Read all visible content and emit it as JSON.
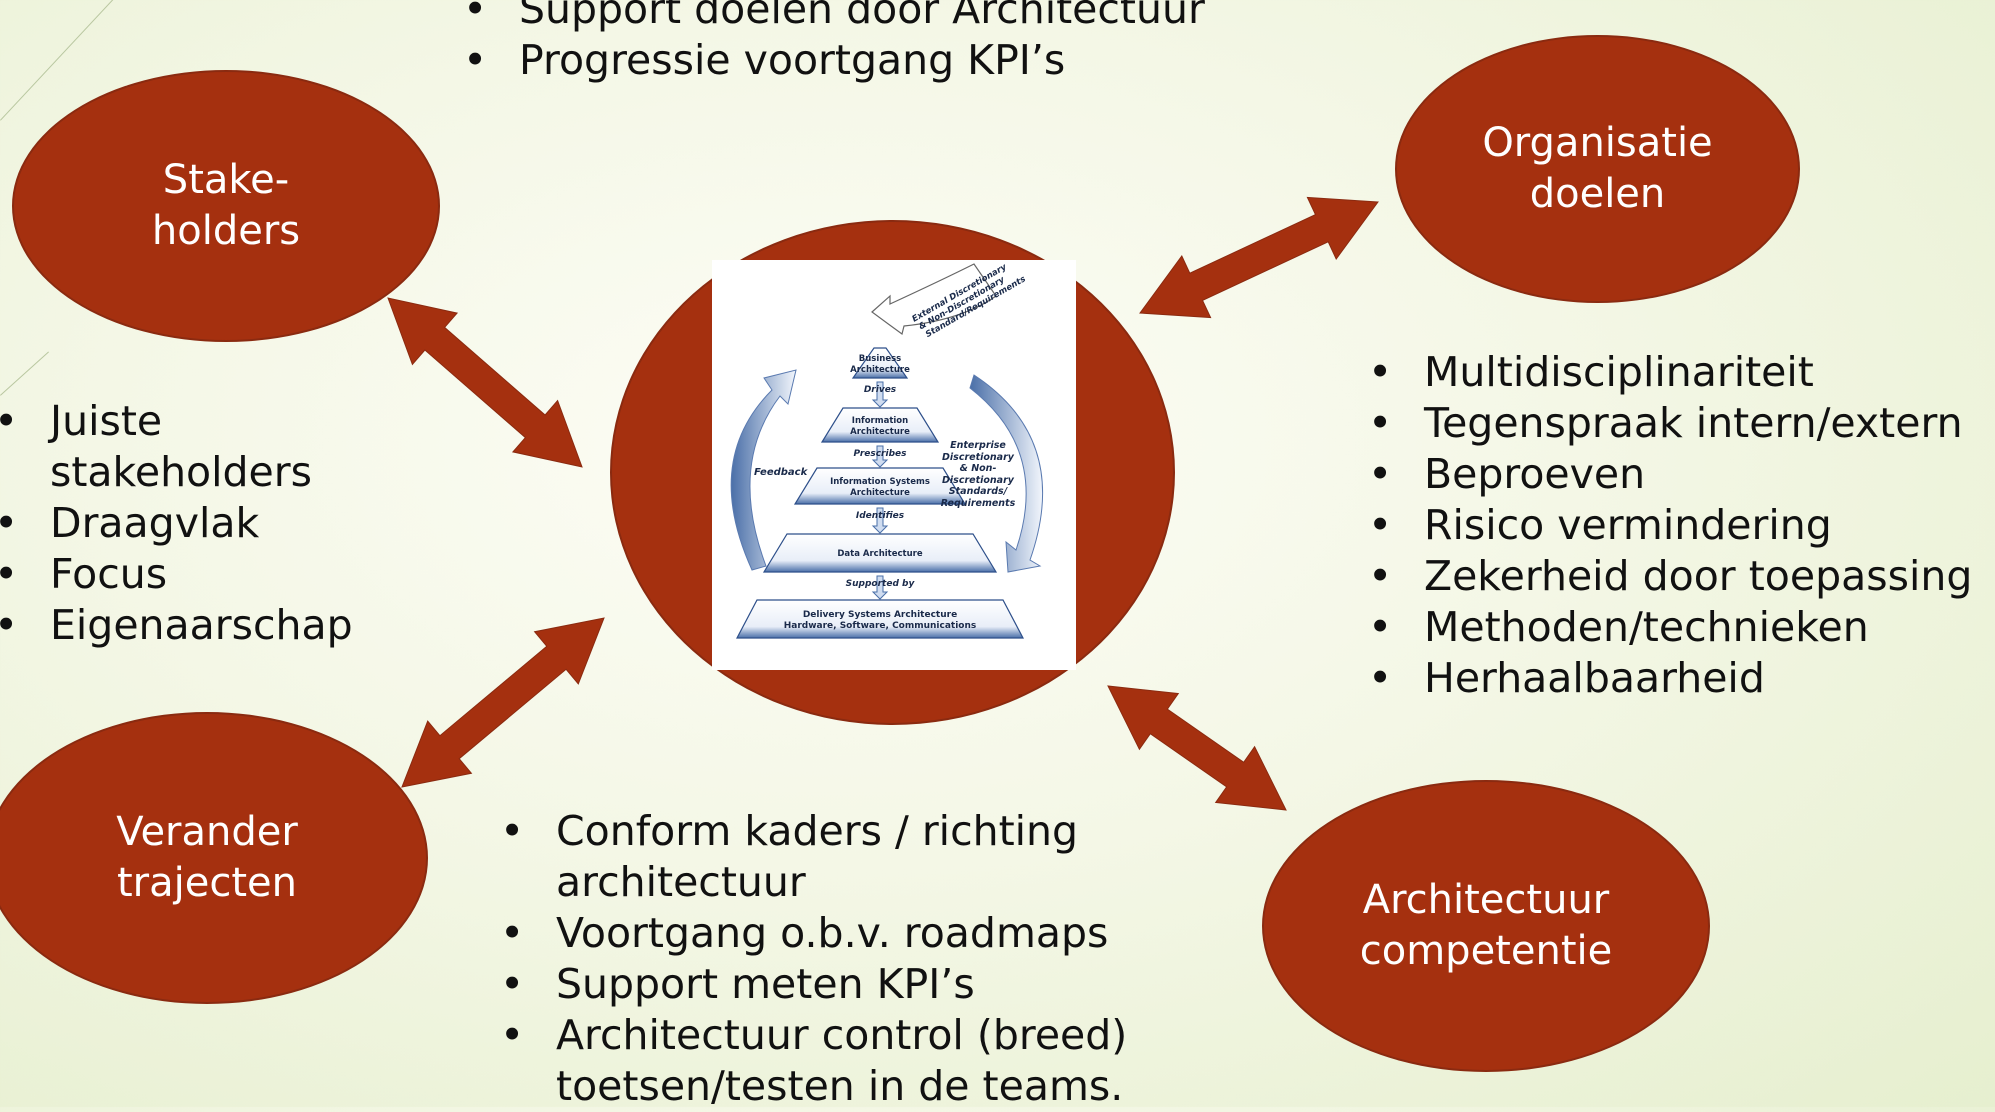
{
  "colors": {
    "ellipse_fill": "#a5300f",
    "arrow_fill": "#a5300f",
    "card_bg": "#ffffff",
    "tier_blue": "#4a6fa8"
  },
  "top_bullets": [
    "Support doelen door Architectuur",
    "Progressie voortgang KPI’s"
  ],
  "nodes": {
    "stakeholders": "Stake-\nholders",
    "organisatie": "Organisatie\ndoelen",
    "verander": "Verander\ntrajecten",
    "competentie": "Architectuur\ncompetentie"
  },
  "left_bullets": [
    "Juiste stakeholders",
    "Draagvlak",
    "Focus",
    "Eigenaarschap"
  ],
  "right_bullets": [
    "Multidisciplinariteit",
    "Tegenspraak intern/extern",
    "Beproeven",
    "Risico vermindering",
    "Zekerheid door toepassing",
    "Methoden/technieken",
    "Herhaalbaarheid"
  ],
  "bottom_bullets": [
    "Conform kaders / richting architectuur",
    "Voortgang o.b.v. roadmaps",
    "Support meten KPI’s",
    "Architectuur control (breed) toetsen/testen in de teams."
  ],
  "pyramid": {
    "external": "External Discretionary & Non-Discretionary Standard/Requirements",
    "feedback": "Feedback",
    "enterprise": "Enterprise Discretionary & Non-Discretionary Standards/ Requirements",
    "tiers": [
      "Business Architecture",
      "Information Architecture",
      "Information Systems Architecture",
      "Data Architecture",
      "Delivery Systems Architecture Hardware, Software, Communications"
    ],
    "connectors": [
      "Drives",
      "Prescribes",
      "Identifies",
      "Supported by"
    ]
  }
}
